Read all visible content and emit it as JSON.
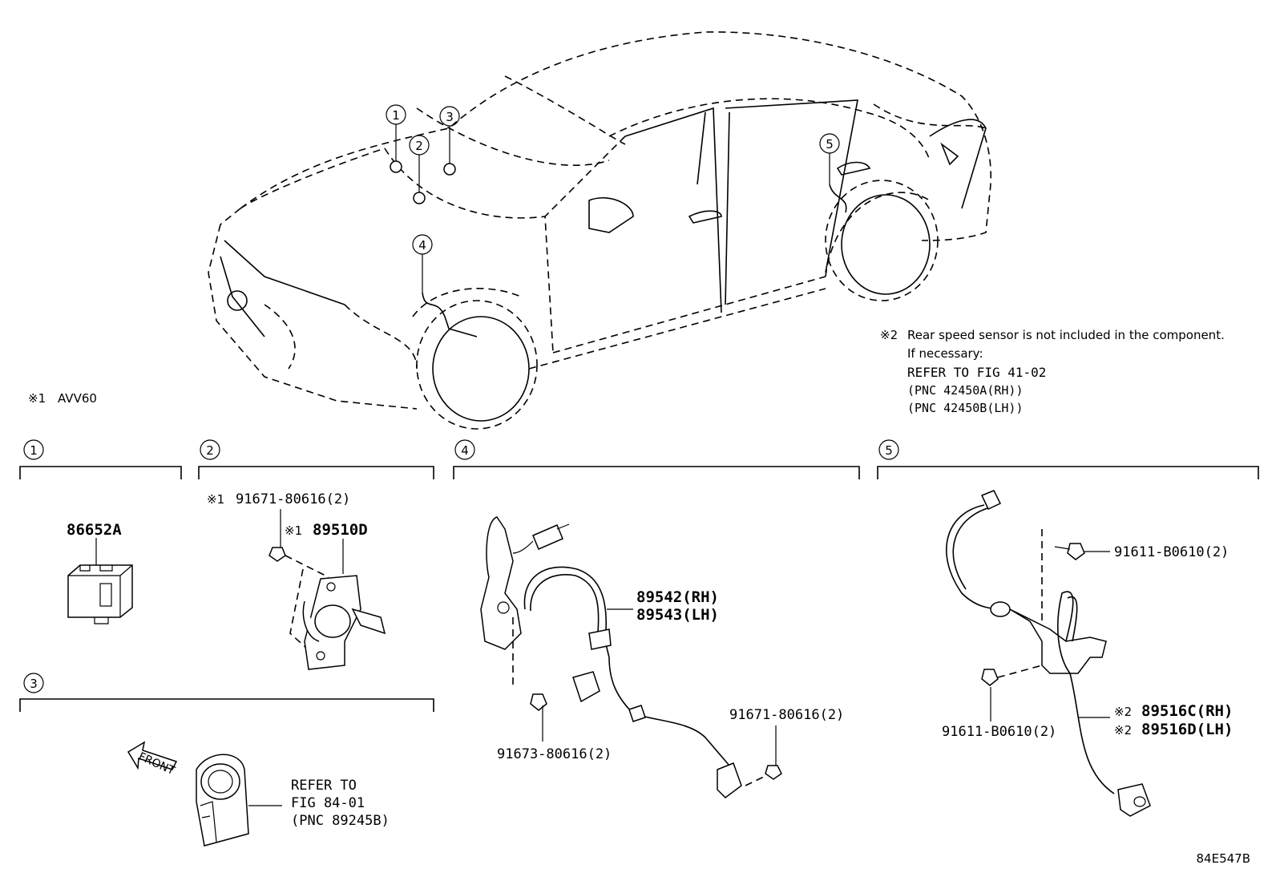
{
  "diagram_code": "84E547B",
  "note1": {
    "mark": "※1",
    "text": "AVV60"
  },
  "note2": {
    "mark": "※2",
    "line1": "Rear speed sensor is not included in the component.",
    "line2": "If necessary:",
    "line3": "REFER TO FIG 41-02",
    "line4": "(PNC 42450A(RH))",
    "line5": "(PNC 42450B(LH))"
  },
  "callouts": [
    "1",
    "2",
    "3",
    "4",
    "5"
  ],
  "section1": {
    "num": "1",
    "part": "86652A"
  },
  "section2": {
    "num": "2",
    "bolt_mark": "※1",
    "bolt": "91671-80616(2)",
    "part_mark": "※1",
    "part": "89510D"
  },
  "section3": {
    "num": "3",
    "front": "FRONT",
    "ref1": "REFER TO",
    "ref2": "FIG 84-01",
    "ref3": "(PNC 89245B)"
  },
  "section4": {
    "num": "4",
    "part_rh": "89542(RH)",
    "part_lh": "89543(LH)",
    "bolt_a": "91673-80616(2)",
    "bolt_b": "91671-80616(2)"
  },
  "section5": {
    "num": "5",
    "bolt_top": "91611-B0610(2)",
    "bolt_bottom": "91611-B0610(2)",
    "mark_rh": "※2",
    "part_rh": "89516C(RH)",
    "mark_lh": "※2",
    "part_lh": "89516D(LH)"
  }
}
